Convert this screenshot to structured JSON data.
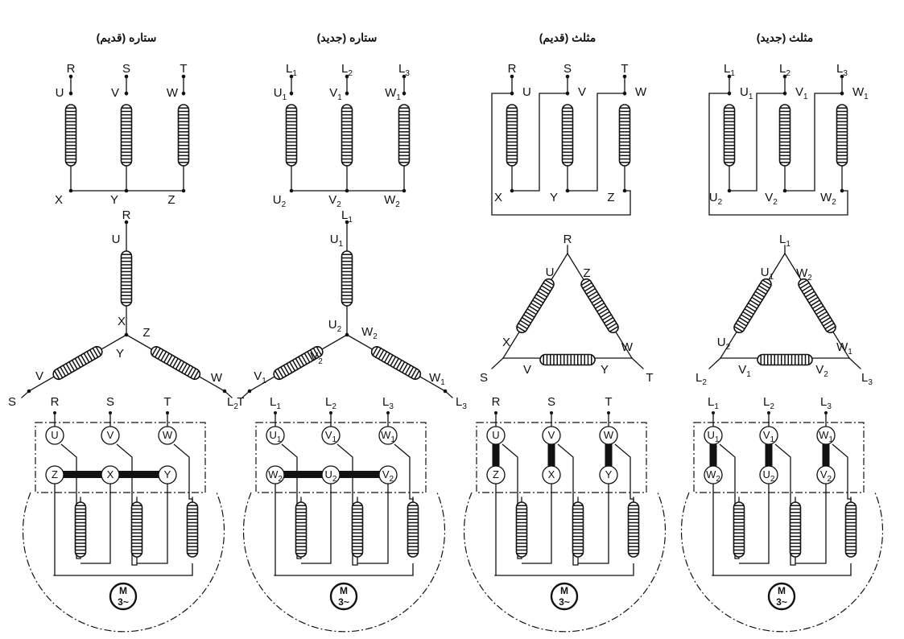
{
  "panels": [
    {
      "title": "ستاره (قدیم)",
      "connection": "star",
      "lines": [
        {
          "main": "R",
          "sub": ""
        },
        {
          "main": "S",
          "sub": ""
        },
        {
          "main": "T",
          "sub": ""
        }
      ],
      "starts": [
        {
          "main": "U",
          "sub": ""
        },
        {
          "main": "V",
          "sub": ""
        },
        {
          "main": "W",
          "sub": ""
        }
      ],
      "ends": [
        {
          "main": "X",
          "sub": ""
        },
        {
          "main": "Y",
          "sub": ""
        },
        {
          "main": "Z",
          "sub": ""
        }
      ],
      "motor": {
        "top": "M",
        "bottom": "3~"
      }
    },
    {
      "title": "ستاره (جدید)",
      "connection": "star",
      "lines": [
        {
          "main": "L",
          "sub": "1"
        },
        {
          "main": "L",
          "sub": "2"
        },
        {
          "main": "L",
          "sub": "3"
        }
      ],
      "starts": [
        {
          "main": "U",
          "sub": "1"
        },
        {
          "main": "V",
          "sub": "1"
        },
        {
          "main": "W",
          "sub": "1"
        }
      ],
      "ends": [
        {
          "main": "U",
          "sub": "2"
        },
        {
          "main": "V",
          "sub": "2"
        },
        {
          "main": "W",
          "sub": "2"
        }
      ],
      "motor": {
        "top": "M",
        "bottom": "3~"
      }
    },
    {
      "title": "مثلث (قدیم)",
      "connection": "delta",
      "lines": [
        {
          "main": "R",
          "sub": ""
        },
        {
          "main": "S",
          "sub": ""
        },
        {
          "main": "T",
          "sub": ""
        }
      ],
      "starts": [
        {
          "main": "U",
          "sub": ""
        },
        {
          "main": "V",
          "sub": ""
        },
        {
          "main": "W",
          "sub": ""
        }
      ],
      "ends": [
        {
          "main": "X",
          "sub": ""
        },
        {
          "main": "Y",
          "sub": ""
        },
        {
          "main": "Z",
          "sub": ""
        }
      ],
      "motor": {
        "top": "M",
        "bottom": "3~"
      }
    },
    {
      "title": "مثلث (جدید)",
      "connection": "delta",
      "lines": [
        {
          "main": "L",
          "sub": "1"
        },
        {
          "main": "L",
          "sub": "2"
        },
        {
          "main": "L",
          "sub": "3"
        }
      ],
      "starts": [
        {
          "main": "U",
          "sub": "1"
        },
        {
          "main": "V",
          "sub": "1"
        },
        {
          "main": "W",
          "sub": "1"
        }
      ],
      "ends": [
        {
          "main": "U",
          "sub": "2"
        },
        {
          "main": "V",
          "sub": "2"
        },
        {
          "main": "W",
          "sub": "2"
        }
      ],
      "motor": {
        "top": "M",
        "bottom": "3~"
      }
    }
  ]
}
